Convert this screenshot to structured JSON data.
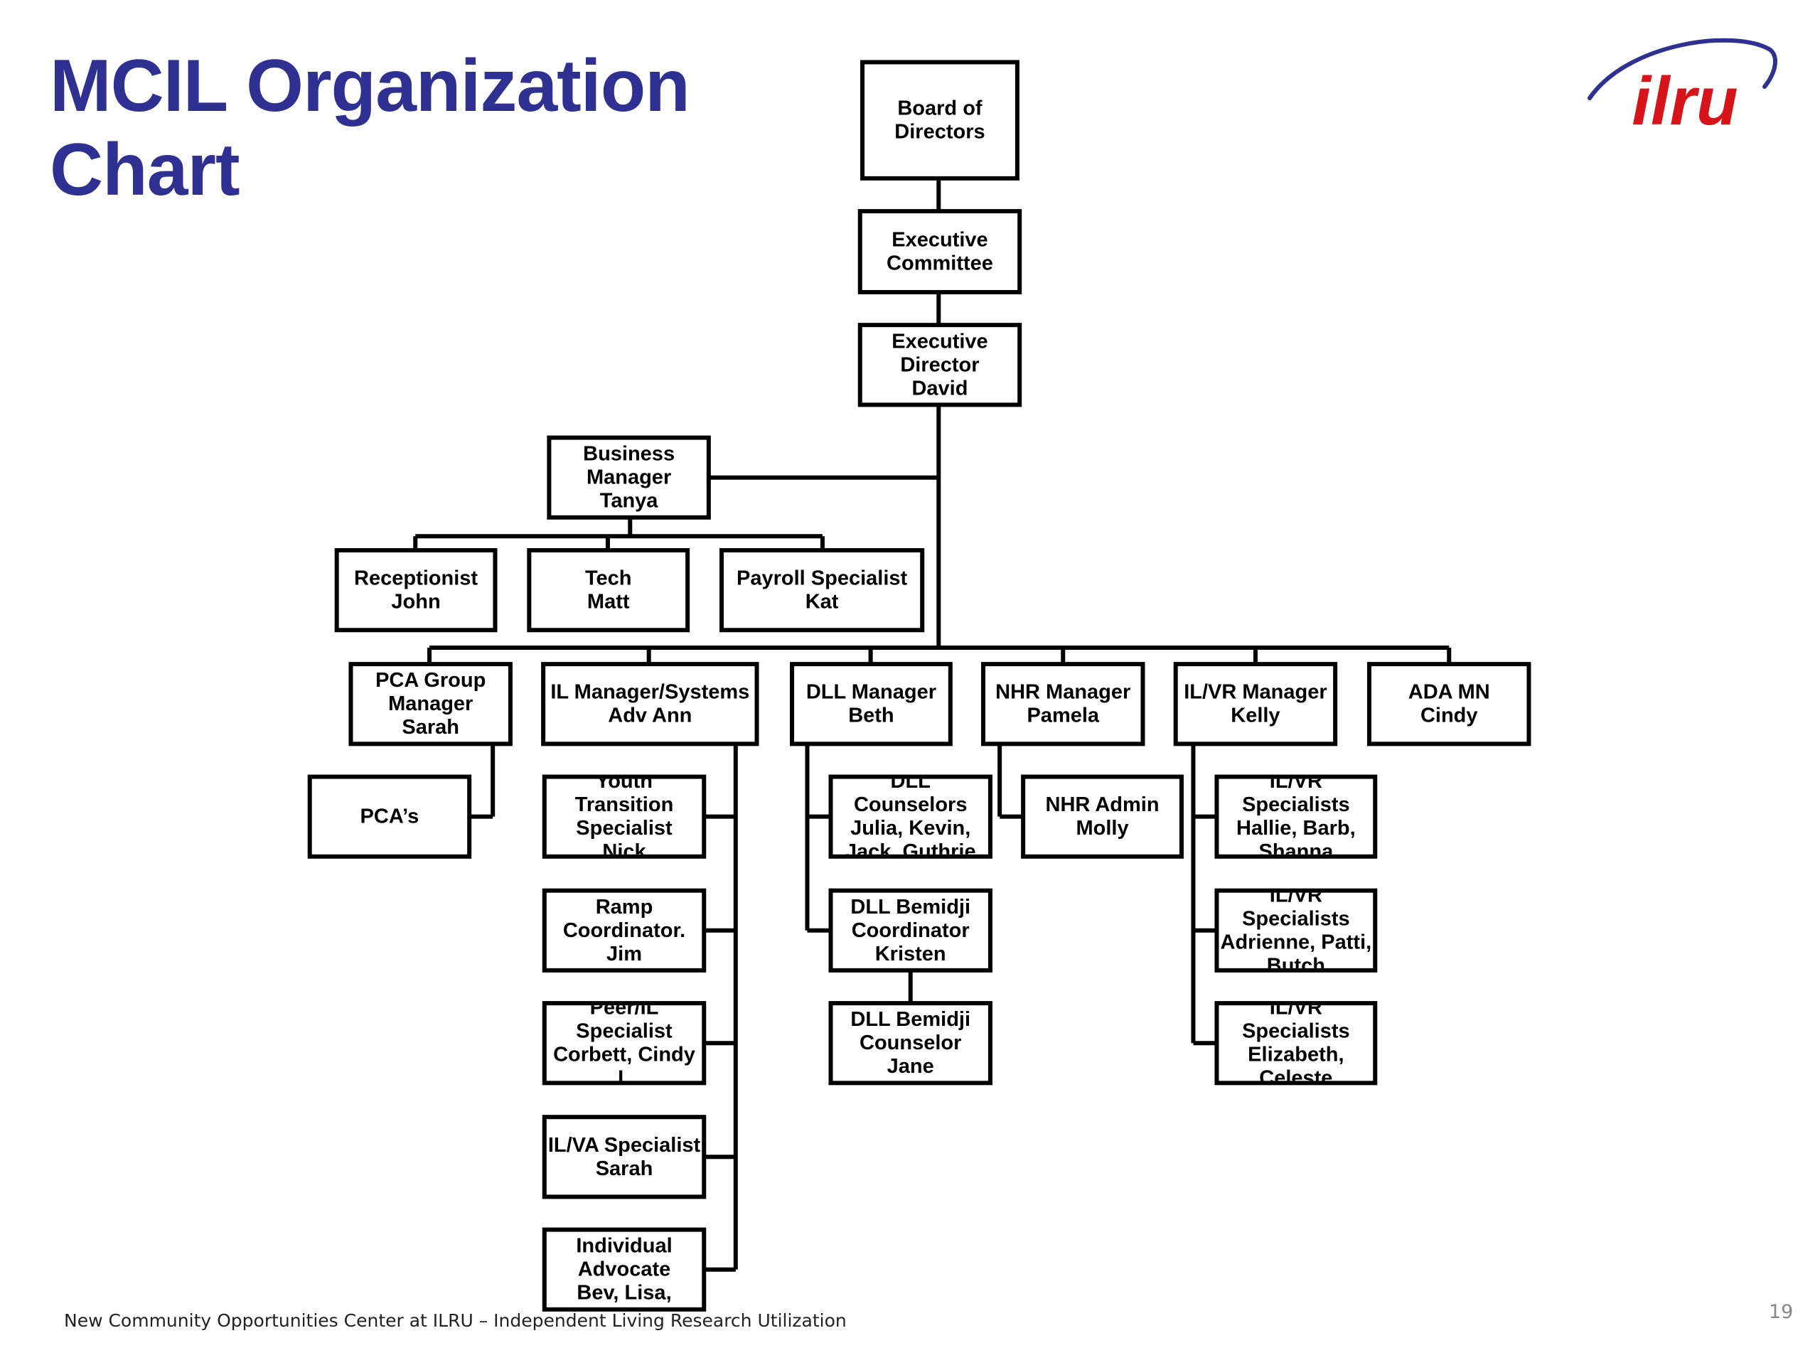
{
  "title": "MCIL Organization Chart",
  "logo": {
    "text": "ilru",
    "text_color": "#d7141a",
    "swoosh_color": "#2e3192"
  },
  "title_color": "#2e3192",
  "footer": "New Community Opportunities Center at ILRU – Independent Living Research Utilization",
  "page_number": "19",
  "nodes": [
    {
      "id": "board",
      "lines": [
        "Board of",
        "Directors"
      ]
    },
    {
      "id": "exec-committee",
      "lines": [
        "Executive",
        "Committee"
      ]
    },
    {
      "id": "exec-director",
      "lines": [
        "Executive",
        "Director",
        "David"
      ]
    },
    {
      "id": "business-manager",
      "lines": [
        "Business",
        "Manager",
        "Tanya"
      ]
    },
    {
      "id": "receptionist",
      "lines": [
        "Receptionist",
        "John"
      ]
    },
    {
      "id": "tech",
      "lines": [
        "Tech",
        "Matt"
      ]
    },
    {
      "id": "payroll",
      "lines": [
        "Payroll Specialist",
        "Kat"
      ]
    },
    {
      "id": "pca-manager",
      "lines": [
        "PCA Group",
        "Manager",
        "Sarah"
      ]
    },
    {
      "id": "il-manager",
      "lines": [
        "IL Manager/Systems",
        "Adv        Ann"
      ]
    },
    {
      "id": "dll-manager",
      "lines": [
        "DLL Manager",
        "Beth"
      ]
    },
    {
      "id": "nhr-manager",
      "lines": [
        "NHR Manager",
        "Pamela"
      ]
    },
    {
      "id": "ilvr-manager",
      "lines": [
        "IL/VR Manager",
        "Kelly"
      ]
    },
    {
      "id": "ada-mn",
      "lines": [
        "ADA MN",
        "Cindy"
      ]
    },
    {
      "id": "pcas",
      "lines": [
        "PCA’s"
      ]
    },
    {
      "id": "youth",
      "lines": [
        "Youth",
        "Transition",
        "Specialist",
        "Nick"
      ]
    },
    {
      "id": "ramp",
      "lines": [
        "Ramp",
        "Coordinator.",
        "Jim"
      ]
    },
    {
      "id": "peer",
      "lines": [
        "Peer/IL",
        "Specialist",
        "Corbett, Cindy",
        "L"
      ]
    },
    {
      "id": "ilva",
      "lines": [
        "IL/VA Specialist",
        "Sarah"
      ]
    },
    {
      "id": "advocate",
      "lines": [
        "Individual",
        "Advocate",
        "Bev, Lisa,"
      ]
    },
    {
      "id": "dll-counselors",
      "lines": [
        "DLL",
        "Counselors",
        "Julia, Kevin,",
        "Jack, Guthrie"
      ]
    },
    {
      "id": "dll-bemidji-coord",
      "lines": [
        "DLL Bemidji",
        "Coordinator",
        "Kristen"
      ]
    },
    {
      "id": "dll-bemidji-counselor",
      "lines": [
        "DLL Bemidji",
        "Counselor",
        "Jane"
      ]
    },
    {
      "id": "nhr-admin",
      "lines": [
        "NHR Admin",
        "Molly"
      ]
    },
    {
      "id": "ilvr-spec-1",
      "lines": [
        "IL/VR",
        "Specialists",
        "Hallie, Barb,",
        "Shanna"
      ]
    },
    {
      "id": "ilvr-spec-2",
      "lines": [
        "IL/VR",
        "Specialists",
        "Adrienne, Patti,",
        "Butch"
      ]
    },
    {
      "id": "ilvr-spec-3",
      "lines": [
        "IL/VR",
        "Specialists",
        "Elizabeth,",
        "Celeste"
      ]
    }
  ]
}
